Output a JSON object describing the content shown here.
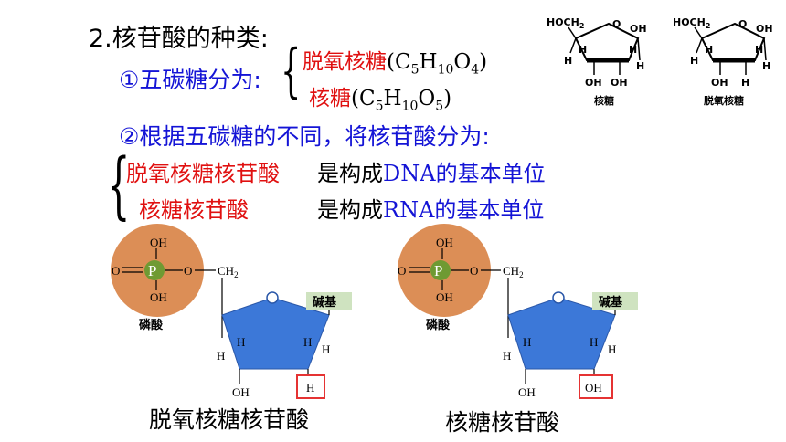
{
  "heading": "2.核苷酸的种类:",
  "sugar_line": {
    "label": "①五碳糖分为:",
    "deoxy": {
      "name": "脱氧核糖",
      "formula_open": "(C",
      "c_sub": "5",
      "h": "H",
      "h_sub": "10",
      "o": "O",
      "o_sub": "4",
      "close": ")"
    },
    "ribose": {
      "name": "核糖",
      "formula_open": "(C",
      "c_sub": "5",
      "h": "H",
      "h_sub": "10",
      "o": "O",
      "o_sub": "5",
      "close": ")"
    }
  },
  "classify_line": "②根据五碳糖的不同，将核苷酸分为:",
  "types": [
    {
      "name": "脱氧核糖核苷酸",
      "desc_prefix": "是构成",
      "acid": "DNA",
      "desc_suffix": "的基本单位"
    },
    {
      "name": "核糖核苷酸",
      "desc_prefix": "是构成",
      "acid": "RNA",
      "desc_suffix": "的基本单位"
    }
  ],
  "structures": {
    "ribose_label": "核糖",
    "deoxyribose_label": "脱氧核糖",
    "atoms": {
      "hoch2": "HOCH",
      "two": "2",
      "oh": "OH",
      "h": "H",
      "o": "O"
    }
  },
  "diagrams": {
    "phosphate_label": "磷酸",
    "base_label": "碱基",
    "p": "P",
    "o": "O",
    "oh": "OH",
    "ch": "CH",
    "two": "2",
    "h": "H",
    "left_caption": "脱氧核糖核苷酸",
    "right_caption": "核糖核苷酸"
  },
  "colors": {
    "blue": "#1414d6",
    "red": "#e01010",
    "phosphate_fill": "#dc8e56",
    "phosphorus_fill": "#6f9a33",
    "sugar_fill": "#3c78d8",
    "base_fill": "#cfe3c0",
    "highlight_box": "#e53333"
  }
}
